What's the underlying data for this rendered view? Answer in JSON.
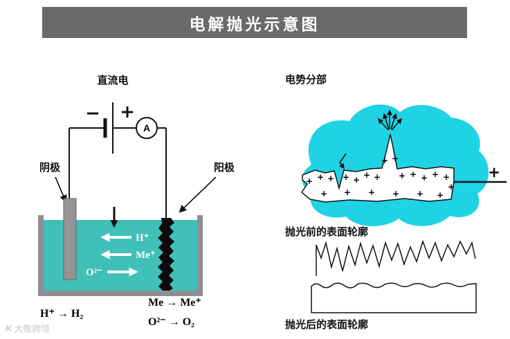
{
  "title": "电解抛光示意图",
  "watermark": {
    "icon": "K",
    "text": "大敬跨境"
  },
  "left_panel": {
    "dc_power_label": "直流电",
    "battery_minus": "−",
    "battery_plus": "+",
    "ammeter_label": "A",
    "cathode_label": "阴极",
    "anode_label": "阳极",
    "ion_h": "H⁺",
    "ion_me": "Me⁺",
    "ion_o": "O²⁻",
    "reaction_h": "H⁺ → H₂",
    "reaction_me": "Me → Me⁺",
    "reaction_o": "O²⁻ → O₂"
  },
  "right_panel": {
    "potential_label": "电势分部",
    "plus_symbol": "+",
    "electrode_plus": "+",
    "before_label": "抛光前的表面轮廓",
    "after_label": "抛光后的表面轮廓"
  },
  "colors": {
    "title_bar": "#6a6a6a",
    "electrolyte": "#3fc0b8",
    "potential_fluid": "#1fd3e5",
    "tank_wall": "#8f8f8f",
    "cathode": "#949494",
    "anode": "#0b0b0b"
  }
}
